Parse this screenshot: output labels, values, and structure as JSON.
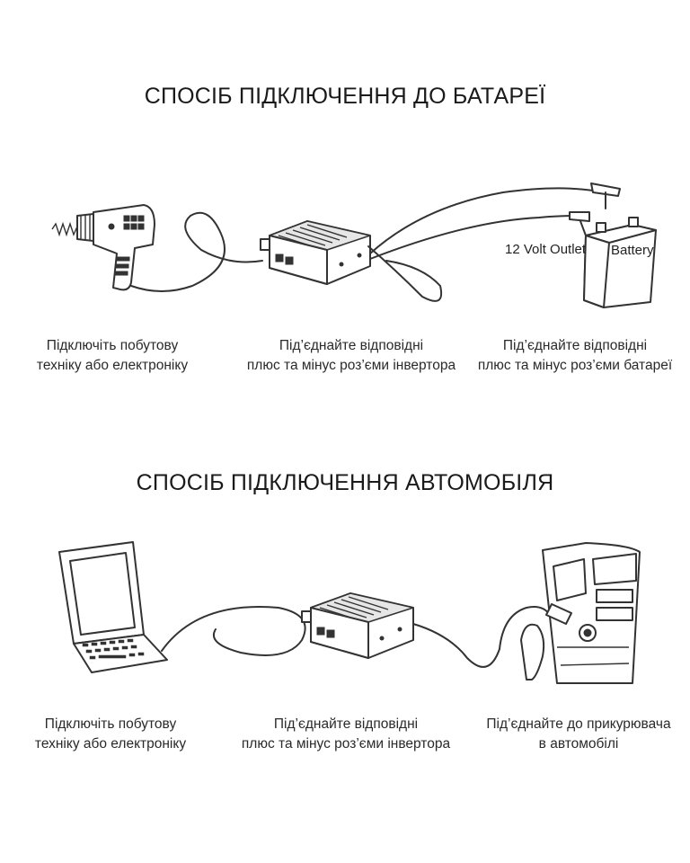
{
  "sections": [
    {
      "title": "СПОСІБ ПІДКЛЮЧЕННЯ ДО БАТАРЕЇ",
      "labels": {
        "outlet": "12 Volt Outlet",
        "battery": "Battery"
      },
      "captions": [
        {
          "line1": "Підключіть побутову",
          "line2": "техніку або електроніку"
        },
        {
          "line1": "Під’єднайте відповідні",
          "line2": "плюс та мінус роз’єми інвертора"
        },
        {
          "line1": "Під’єднайте відповідні",
          "line2": "плюс та мінус роз’єми батареї"
        }
      ]
    },
    {
      "title": "СПОСІБ ПІДКЛЮЧЕННЯ АВТОМОБІЛЯ",
      "captions": [
        {
          "line1": "Підключіть побутову",
          "line2": "техніку або електроніку"
        },
        {
          "line1": "Під’єднайте відповідні",
          "line2": "плюс та мінус роз’єми інвертора"
        },
        {
          "line1": "Під’єднайте до прикурювача",
          "line2": "в автомобілі"
        }
      ]
    }
  ]
}
